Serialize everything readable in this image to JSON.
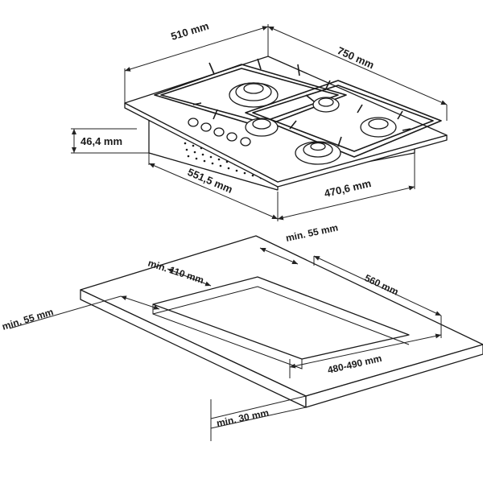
{
  "hob": {
    "width_label": "510 mm",
    "depth_label": "750 mm",
    "height_label": "46,4 mm",
    "cut_width_label": "551,5 mm",
    "cut_depth_label": "470,6 mm"
  },
  "cutout": {
    "rear_clearance_label": "min. 55 mm",
    "side_clearance_label": "min. 110 mm",
    "front_clearance_label": "min. 55 mm",
    "length_label": "560 mm",
    "width_label": "480-490 mm",
    "thickness_label": "min. 30 mm"
  },
  "colors": {
    "line": "#1a1a1a",
    "background": "#ffffff"
  }
}
